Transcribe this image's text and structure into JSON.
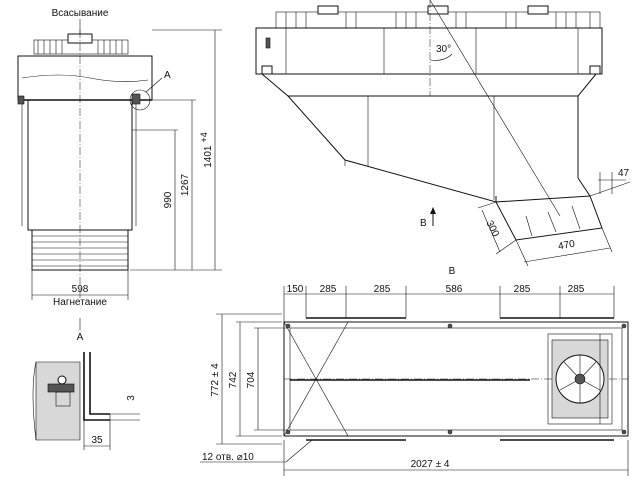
{
  "labels": {
    "suction": "Всасывание",
    "discharge": "Нагнетание",
    "view_a": "А",
    "view_a_callout": "А",
    "view_b": "В",
    "view_b_arrow": "В",
    "holes": "12 отв. ⌀10"
  },
  "dims": {
    "front_width": "598",
    "front_h_total": "1401",
    "front_h_total_tol": "+4",
    "front_h_mid": "1267",
    "front_h_low": "990",
    "detail_w": "35",
    "detail_t": "3",
    "angle": "30°",
    "duct_depth": "300",
    "duct_width": "470",
    "duct_lip": "47",
    "plan_spacing": [
      "150",
      "285",
      "285",
      "586",
      "285",
      "285"
    ],
    "plan_h_total": "772 ± 4",
    "plan_h_mid": "742",
    "plan_h_inner": "704",
    "plan_length": "2027 ± 4"
  },
  "icons": {
    "arrow": "up-arrow-icon",
    "fan": "fan-icon"
  }
}
